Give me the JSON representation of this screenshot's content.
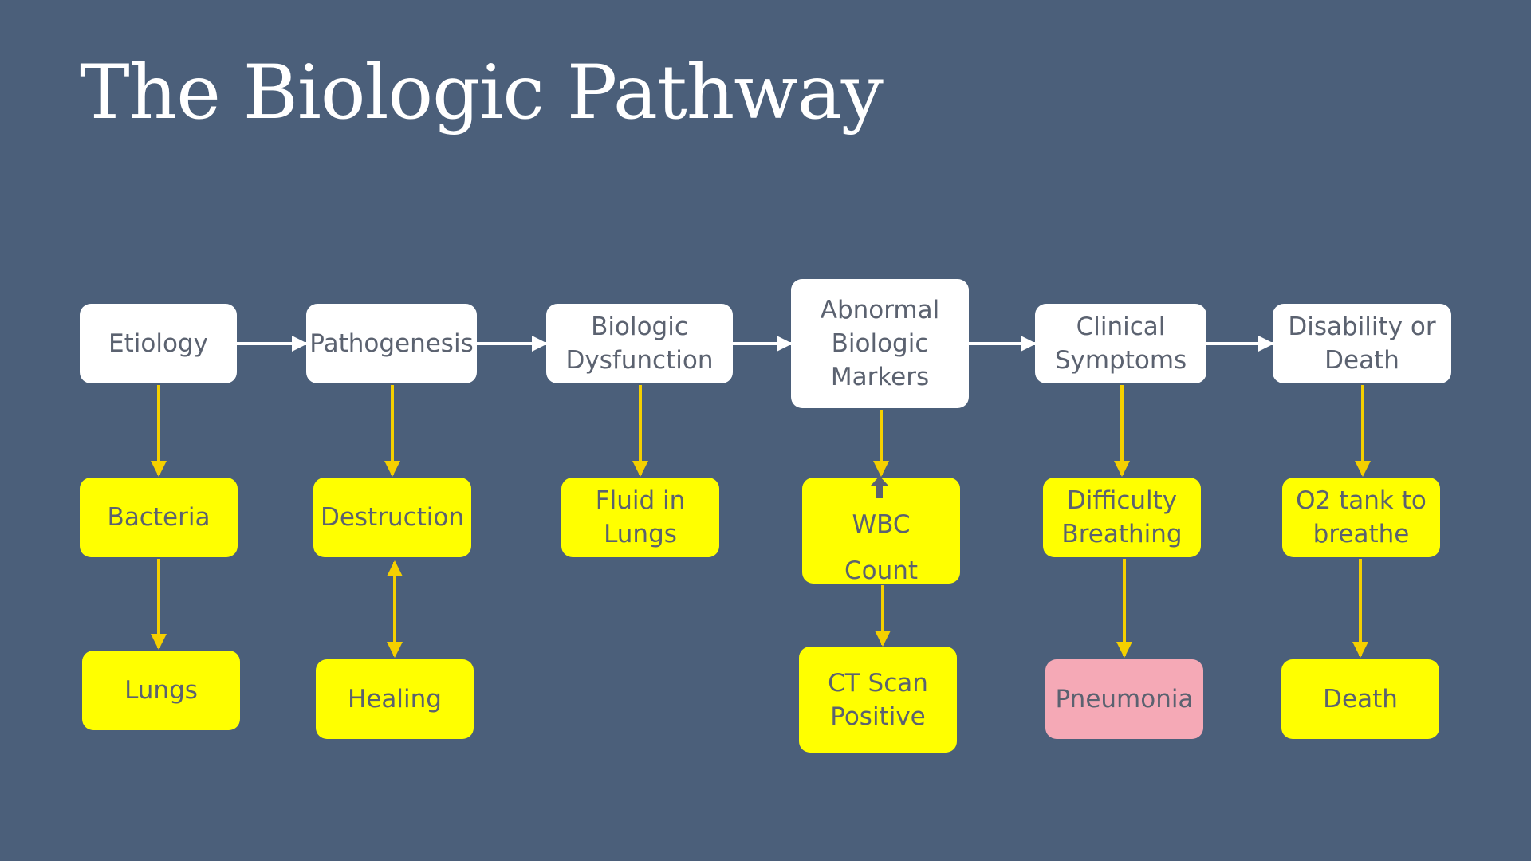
{
  "title": "The Biologic Pathway",
  "stages": {
    "etiology": [
      "Etiology"
    ],
    "pathogenesis": [
      "Pathogenesis"
    ],
    "dysfunction": [
      "Biologic",
      "Dysfunction"
    ],
    "markers": [
      "Abnormal",
      "Biologic",
      "Markers"
    ],
    "symptoms": [
      "Clinical",
      "Symptoms"
    ],
    "disability": [
      "Disability or",
      "Death"
    ]
  },
  "examples": {
    "bacteria": [
      "Bacteria"
    ],
    "lungs": [
      "Lungs"
    ],
    "destruction": [
      "Destruction"
    ],
    "healing": [
      "Healing"
    ],
    "fluid": [
      "Fluid in",
      "Lungs"
    ],
    "wbc": {
      "label": "WBC",
      "count": "Count",
      "icon": "up-arrow-icon"
    },
    "ct": [
      "CT Scan",
      "Positive"
    ],
    "breathing": [
      "Difficulty",
      "Breathing"
    ],
    "pneumonia": [
      "Pneumonia"
    ],
    "o2": [
      "O2 tank to",
      "breathe"
    ],
    "death": [
      "Death"
    ]
  },
  "colors": {
    "background": "#4b5f7a",
    "stage_box": "#ffffff",
    "example_box": "#ffff00",
    "highlight_box": "#f5a9b6",
    "connector_white": "#ffffff",
    "connector_yellow": "#f5d000"
  }
}
